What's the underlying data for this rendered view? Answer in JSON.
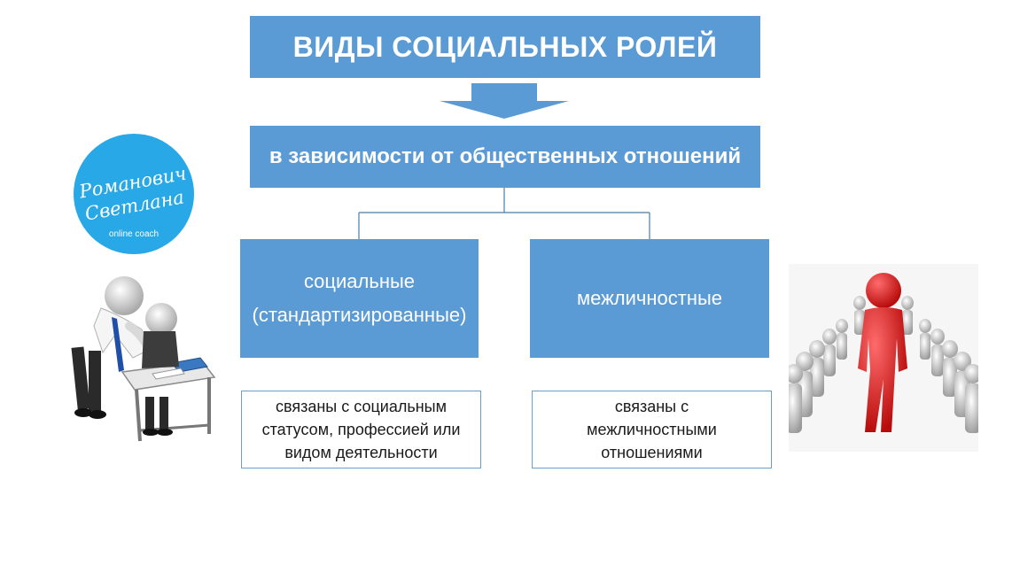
{
  "title": "ВИДЫ СОЦИАЛЬНЫХ РОЛЕЙ",
  "criterion": "в зависимости от общественных отношений",
  "categories": [
    {
      "name": "социальные",
      "sublabel": "(стандартизированные)",
      "description_lines": [
        "связаны с социальным",
        "статусом, профессией или",
        "видом деятельности"
      ]
    },
    {
      "name": "межличностные",
      "description_lines": [
        "связаны с",
        "межличностными",
        "отношениями"
      ]
    }
  ],
  "logo": {
    "line1": "Романович",
    "line2": "Светлана",
    "caption": "online coach"
  },
  "colors": {
    "box_fill": "#5b9bd5",
    "connector": "#4a7ea8",
    "logo_fill": "#29a8e8",
    "red_figure": "#e02020"
  },
  "icons": {
    "left_illustration": "teacher-helping-student-illustration",
    "right_illustration": "leader-red-figure-crowd-illustration"
  }
}
